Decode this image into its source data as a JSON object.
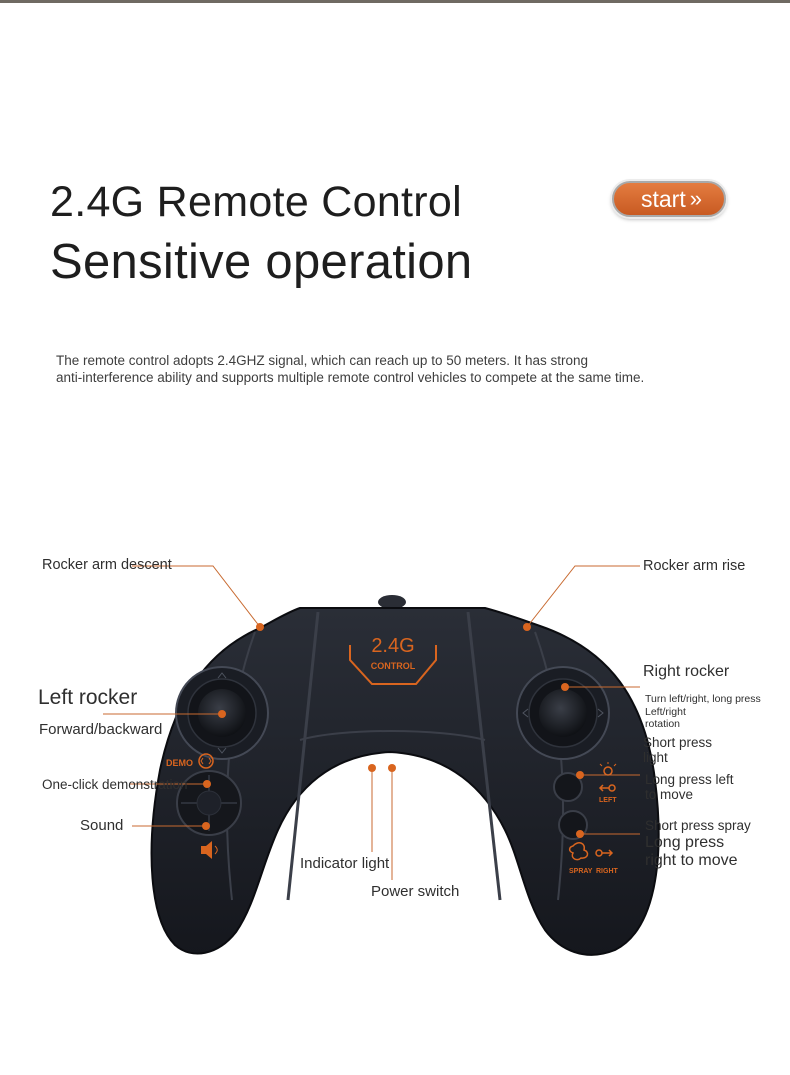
{
  "header": {
    "title_line1": "2.4G Remote Control",
    "title_line2": "Sensitive operation",
    "start_button": "start",
    "start_chevrons": "»"
  },
  "description": {
    "line1": "The remote control adopts 2.4GHZ signal, which can reach up to 50 meters. It has strong",
    "line2": "anti-interference ability and supports multiple remote control vehicles to compete at the same time."
  },
  "controller": {
    "screen_big": "2.4G",
    "screen_small": "CONTROL",
    "demo_label": "DEMO",
    "left_button_label": "LEFT",
    "spray_label": "SPRAY",
    "right_label": "RIGHT"
  },
  "labels": {
    "rocker_arm_descent": "Rocker arm descent",
    "rocker_arm_rise": "Rocker arm rise",
    "left_rocker": "Left rocker",
    "forward_backward": "Forward/backward",
    "one_click_demo": "One-click demonstration",
    "sound": "Sound",
    "indicator_light": "Indicator light",
    "power_switch": "Power switch",
    "right_rocker": "Right rocker",
    "turn_line1": "Turn left/right, long press",
    "turn_line2": "Left/right",
    "turn_line3": "rotation",
    "short_press_light_1": "Short press",
    "short_press_light_2": "light",
    "long_press_left_1": "Long press left",
    "long_press_left_2": "to move",
    "short_press_spray": "Short press spray",
    "long_press_right_1": "Long press",
    "long_press_right_2": "right to move"
  },
  "colors": {
    "accent": "#d9651f",
    "controller_body": "#1c1f27",
    "leader_line": "#c86a30"
  }
}
